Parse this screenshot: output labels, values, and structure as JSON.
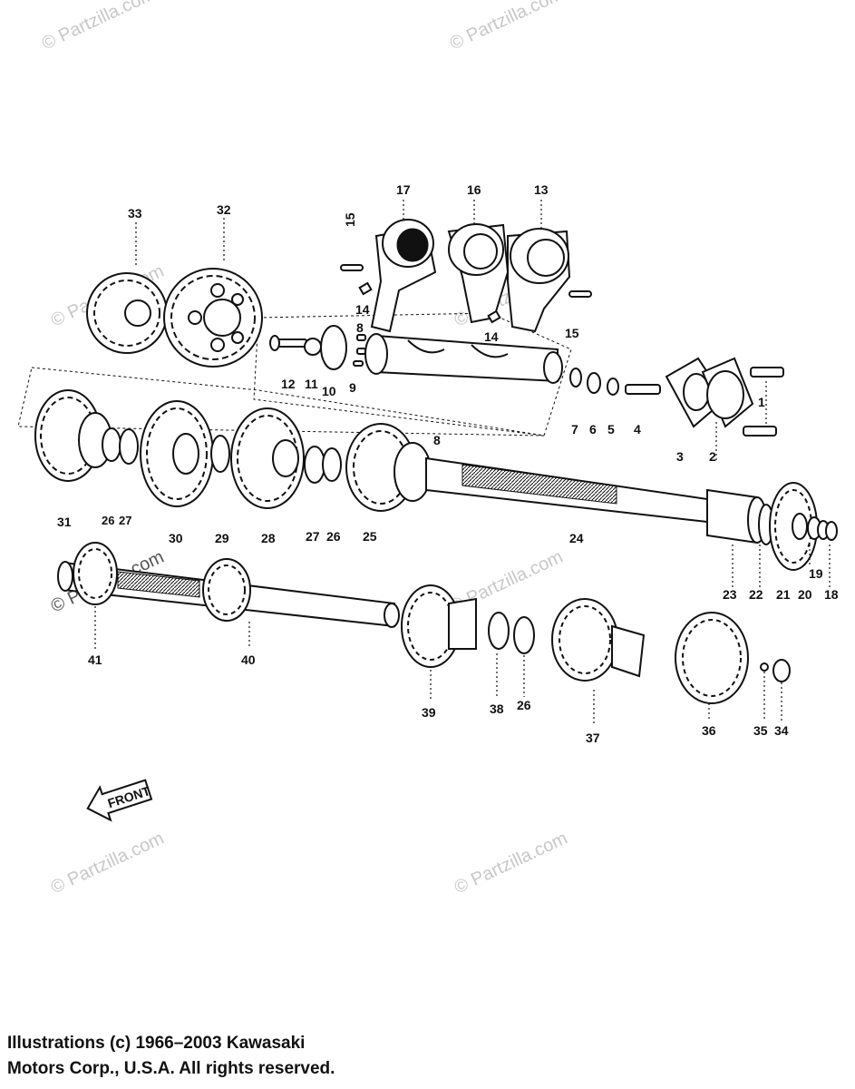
{
  "watermark": "© Partzilla.com",
  "front_arrow_label": "FRONT",
  "copyright": {
    "line1": "Illustrations (c) 1966–2003 Kawasaki",
    "line2": "Motors Corp., U.S.A.  All rights reserved."
  },
  "callouts": [
    "1",
    "2",
    "3",
    "4",
    "5",
    "6",
    "7",
    "8",
    "9",
    "10",
    "11",
    "12",
    "13",
    "14",
    "15",
    "16",
    "17",
    "18",
    "19",
    "20",
    "21",
    "22",
    "23",
    "24",
    "25",
    "26",
    "27",
    "28",
    "29",
    "30",
    "31",
    "32",
    "33",
    "34",
    "35",
    "36",
    "37",
    "38",
    "39",
    "40",
    "41"
  ]
}
